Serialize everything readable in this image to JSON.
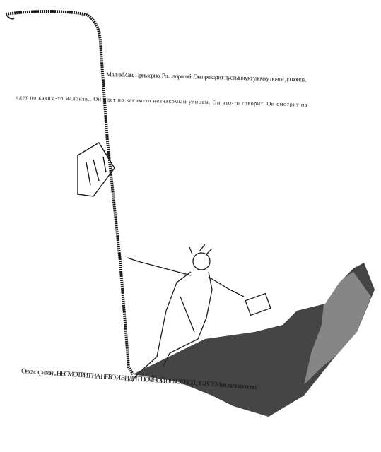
{
  "text": {
    "line1": "МаликМан. Примерно. Ро.. .дорогой. Он проходит пустынную улочку почти до конца.",
    "line2": "идет по каким-то малоизв.. Он идет по каким-то незнакомым улицам. Он что-то говорит. Он смотрит на",
    "line3": "Он смотрит он ... НЕСМОТРИТ НА НЕБО И ВИДИТ НОЧНОЙ НЕБОСВОД ВО ВСЕМ его великолепии.",
    "shadow_words": [
      "Он",
      "идет",
      "по",
      "каким-то",
      "улицам",
      "смотрит",
      "на",
      "небо",
      "Он",
      "говорит",
      "Он",
      "смотрит",
      "на"
    ]
  },
  "colors": {
    "ink": "#1a1a1a",
    "paper": "#ffffff"
  }
}
